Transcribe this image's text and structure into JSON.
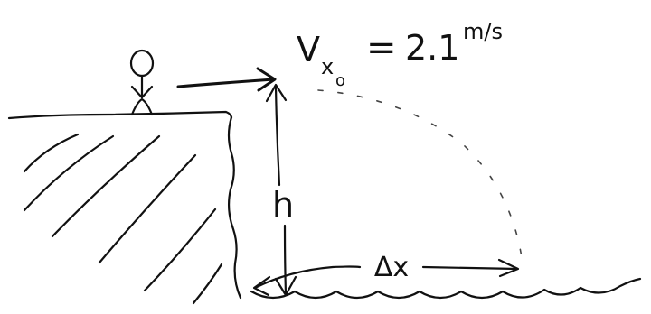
{
  "diagram": {
    "velocity_symbol": "V",
    "velocity_subscript": "x",
    "velocity_subscript_index": "o",
    "equals": "=",
    "velocity_value": "2.1",
    "velocity_unit": "m/s",
    "height_label": "h",
    "distance_label": "Δx"
  }
}
